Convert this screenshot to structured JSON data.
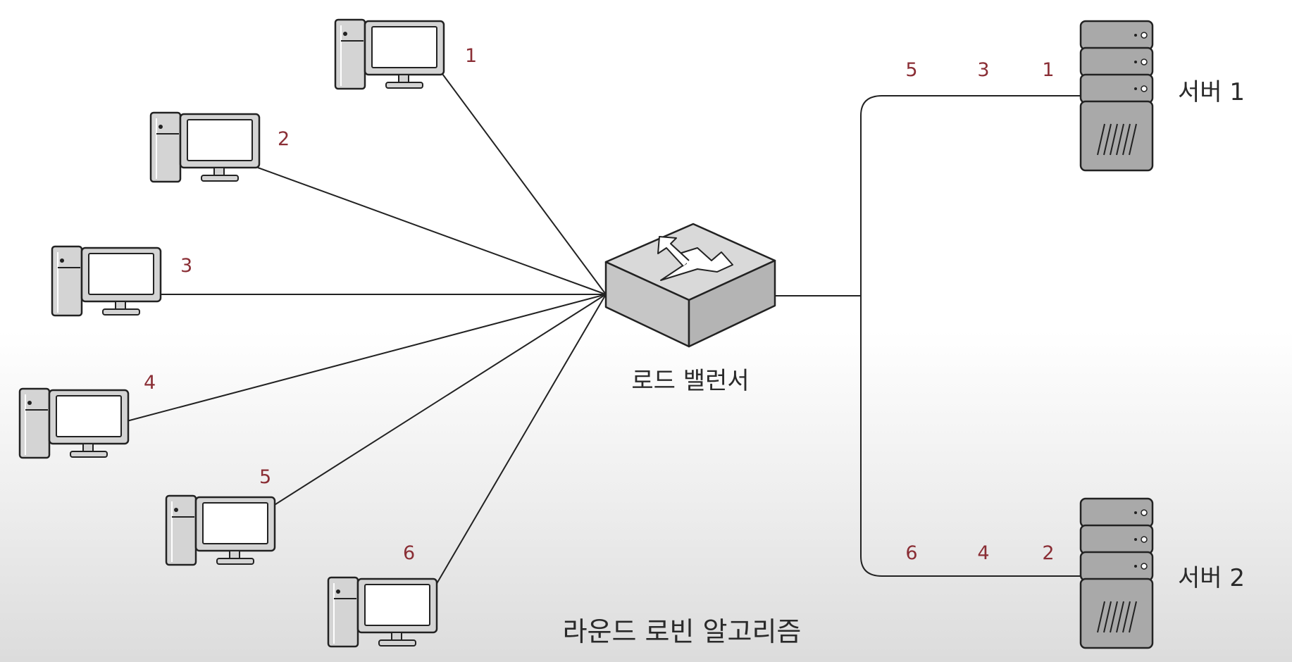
{
  "caption": "라운드 로빈 알고리즘",
  "load_balancer": {
    "label": "로드 밸런서"
  },
  "clients": [
    {
      "number": "1"
    },
    {
      "number": "2"
    },
    {
      "number": "3"
    },
    {
      "number": "4"
    },
    {
      "number": "5"
    },
    {
      "number": "6"
    }
  ],
  "servers": [
    {
      "label": "서버 1",
      "queue": [
        "5",
        "3",
        "1"
      ]
    },
    {
      "label": "서버 2",
      "queue": [
        "6",
        "4",
        "2"
      ]
    }
  ],
  "colors": {
    "number": "#8a2e35",
    "line": "#222222",
    "device_fill": "#d4d4d4",
    "server_fill": "#a9a9a9"
  }
}
